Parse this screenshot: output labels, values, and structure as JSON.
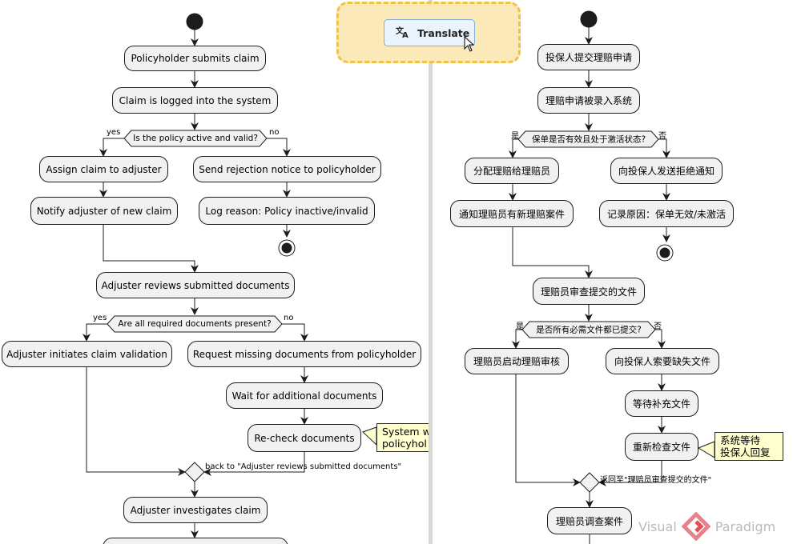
{
  "toolbar": {
    "translate_label": "Translate",
    "translate_icon": "translate-icon"
  },
  "english_diagram": {
    "nodes": {
      "submit": "Policyholder submits claim",
      "logged": "Claim is logged into the system",
      "assign": "Assign claim to adjuster",
      "notify": "Notify adjuster of new claim",
      "reject": "Send rejection notice to policyholder",
      "logreason": "Log reason: Policy inactive/invalid",
      "reviews": "Adjuster reviews submitted documents",
      "validation": "Adjuster initiates claim validation",
      "request": "Request missing documents from policyholder",
      "wait": "Wait for additional documents",
      "recheck": "Re-check documents",
      "investigate": "Adjuster investigates claim"
    },
    "conditions": {
      "policy_valid": "Is the policy active and valid?",
      "docs_present": "Are all required documents present?"
    },
    "branches": {
      "yes": "yes",
      "no": "no"
    },
    "backlink": "back to \"Adjuster reviews submitted documents\"",
    "note": "System w\npolicyhol"
  },
  "chinese_diagram": {
    "nodes": {
      "submit": "投保人提交理赔申请",
      "logged": "理赔申请被录入系统",
      "assign": "分配理赔给理赔员",
      "notify": "通知理赔员有新理赔案件",
      "reject": "向投保人发送拒绝通知",
      "logreason": "记录原因：保单无效/未激活",
      "reviews": "理赔员审查提交的文件",
      "validation": "理赔员启动理赔审核",
      "request": "向投保人索要缺失文件",
      "wait": "等待补充文件",
      "recheck": "重新检查文件",
      "investigate": "理赔员调查案件"
    },
    "conditions": {
      "policy_valid": "保单是否有效且处于激活状态?",
      "docs_present": "是否所有必需文件都已提交?"
    },
    "branches": {
      "yes": "是",
      "no": "否"
    },
    "backlink": "返回至\"理赔员审查提交的文件\"",
    "note": "系统等待\n投保人回复"
  },
  "watermark": {
    "brand_left": "Visual",
    "brand_right": "Paradigm",
    "logo_color": "#e0525a"
  }
}
